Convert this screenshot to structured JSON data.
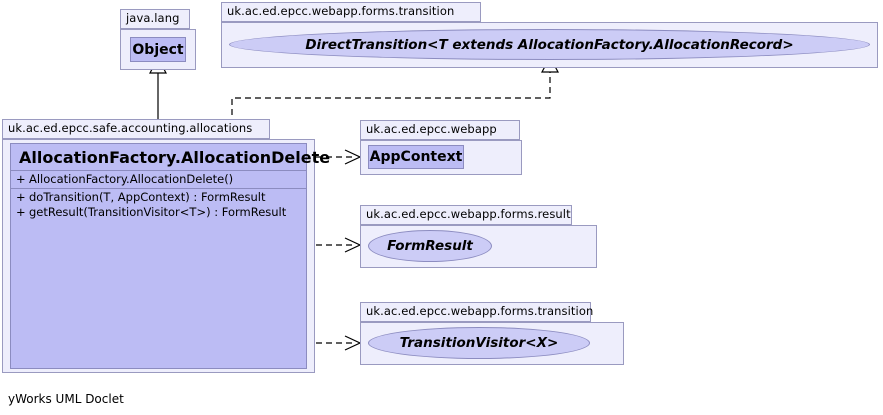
{
  "diagram": {
    "title": "AllocationFactory.AllocationDelete UML class diagram",
    "footer": "yWorks UML Doclet",
    "colors": {
      "class_fill": "#bcbcf4",
      "package_fill": "#eeeefc",
      "interface_fill": "#ccccf6",
      "border": "#8c8cc0",
      "package_border": "#9a9ac0",
      "line": "#000000",
      "canvas": "#ffffff"
    }
  },
  "nodes": {
    "java_lang_package": {
      "package_label": "java.lang",
      "class_name": "Object"
    },
    "direct_transition_package": {
      "package_label": "uk.ac.ed.epcc.webapp.forms.transition",
      "interface_name": "DirectTransition<T extends AllocationFactory.AllocationRecord>"
    },
    "main_package": {
      "package_label": "uk.ac.ed.epcc.safe.accounting.allocations",
      "class_name": "AllocationFactory.AllocationDelete",
      "members": [
        {
          "visibility": "+",
          "signature": "AllocationFactory.AllocationDelete()"
        },
        {
          "visibility": "+",
          "signature": "doTransition(T, AppContext) : FormResult"
        },
        {
          "visibility": "+",
          "signature": "getResult(TransitionVisitor<T>) : FormResult"
        }
      ]
    },
    "appcontext_package": {
      "package_label": "uk.ac.ed.epcc.webapp",
      "class_name": "AppContext"
    },
    "formresult_package": {
      "package_label": "uk.ac.ed.epcc.webapp.forms.result",
      "interface_name": "FormResult"
    },
    "transitionvisitor_package": {
      "package_label": "uk.ac.ed.epcc.webapp.forms.transition",
      "interface_name": "TransitionVisitor<X>"
    }
  },
  "edges": [
    {
      "name": "generalization-object",
      "from": "AllocationFactory.AllocationDelete",
      "to": "Object",
      "style": "solid",
      "arrow": "hollow-triangle"
    },
    {
      "name": "realization-direct-transition",
      "from": "AllocationFactory.AllocationDelete",
      "to": "DirectTransition<T extends AllocationFactory.AllocationRecord>",
      "style": "dashed",
      "arrow": "hollow-triangle"
    },
    {
      "name": "dependency-appcontext",
      "from": "AllocationFactory.AllocationDelete",
      "to": "AppContext",
      "style": "dashed",
      "arrow": "open"
    },
    {
      "name": "dependency-formresult",
      "from": "AllocationFactory.AllocationDelete",
      "to": "FormResult",
      "style": "dashed",
      "arrow": "open"
    },
    {
      "name": "dependency-transitionvisitor",
      "from": "AllocationFactory.AllocationDelete",
      "to": "TransitionVisitor<X>",
      "style": "dashed",
      "arrow": "open"
    }
  ]
}
